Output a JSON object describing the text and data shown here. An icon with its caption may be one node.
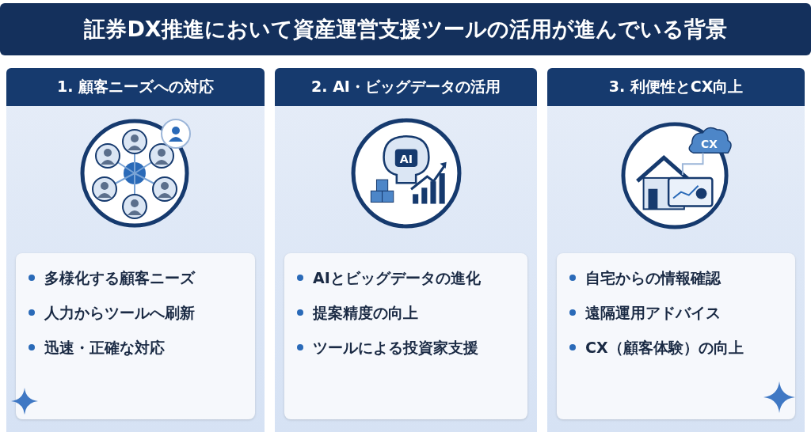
{
  "diagram": {
    "title": "証券DX推進において資産運営支援ツールの活用が進んでいる背景",
    "nodes": [
      {
        "text": [
          "1. 顧客ニーズへの対応"
        ]
      },
      {
        "text": [
          "多様化する顧客ニーズ",
          "人力からツールへ刷新",
          "迅速・正確な対応"
        ],
        "in": 0
      },
      {
        "text": [
          "2. AI・ビッグデータの活用"
        ]
      },
      {
        "text": [
          "AIとビッグデータの進化",
          "提案精度の向上",
          "ツールによる投資家支援"
        ],
        "in": 2
      },
      {
        "text": [
          "3. 利便性とCX向上"
        ]
      },
      {
        "text": [
          "自宅からの情報確認",
          "遠隔運用アドバイス",
          "CX（顧客体験）の向上"
        ],
        "in": 4
      }
    ],
    "edges": [],
    "labels": [
      "AI",
      "CX"
    ]
  }
}
